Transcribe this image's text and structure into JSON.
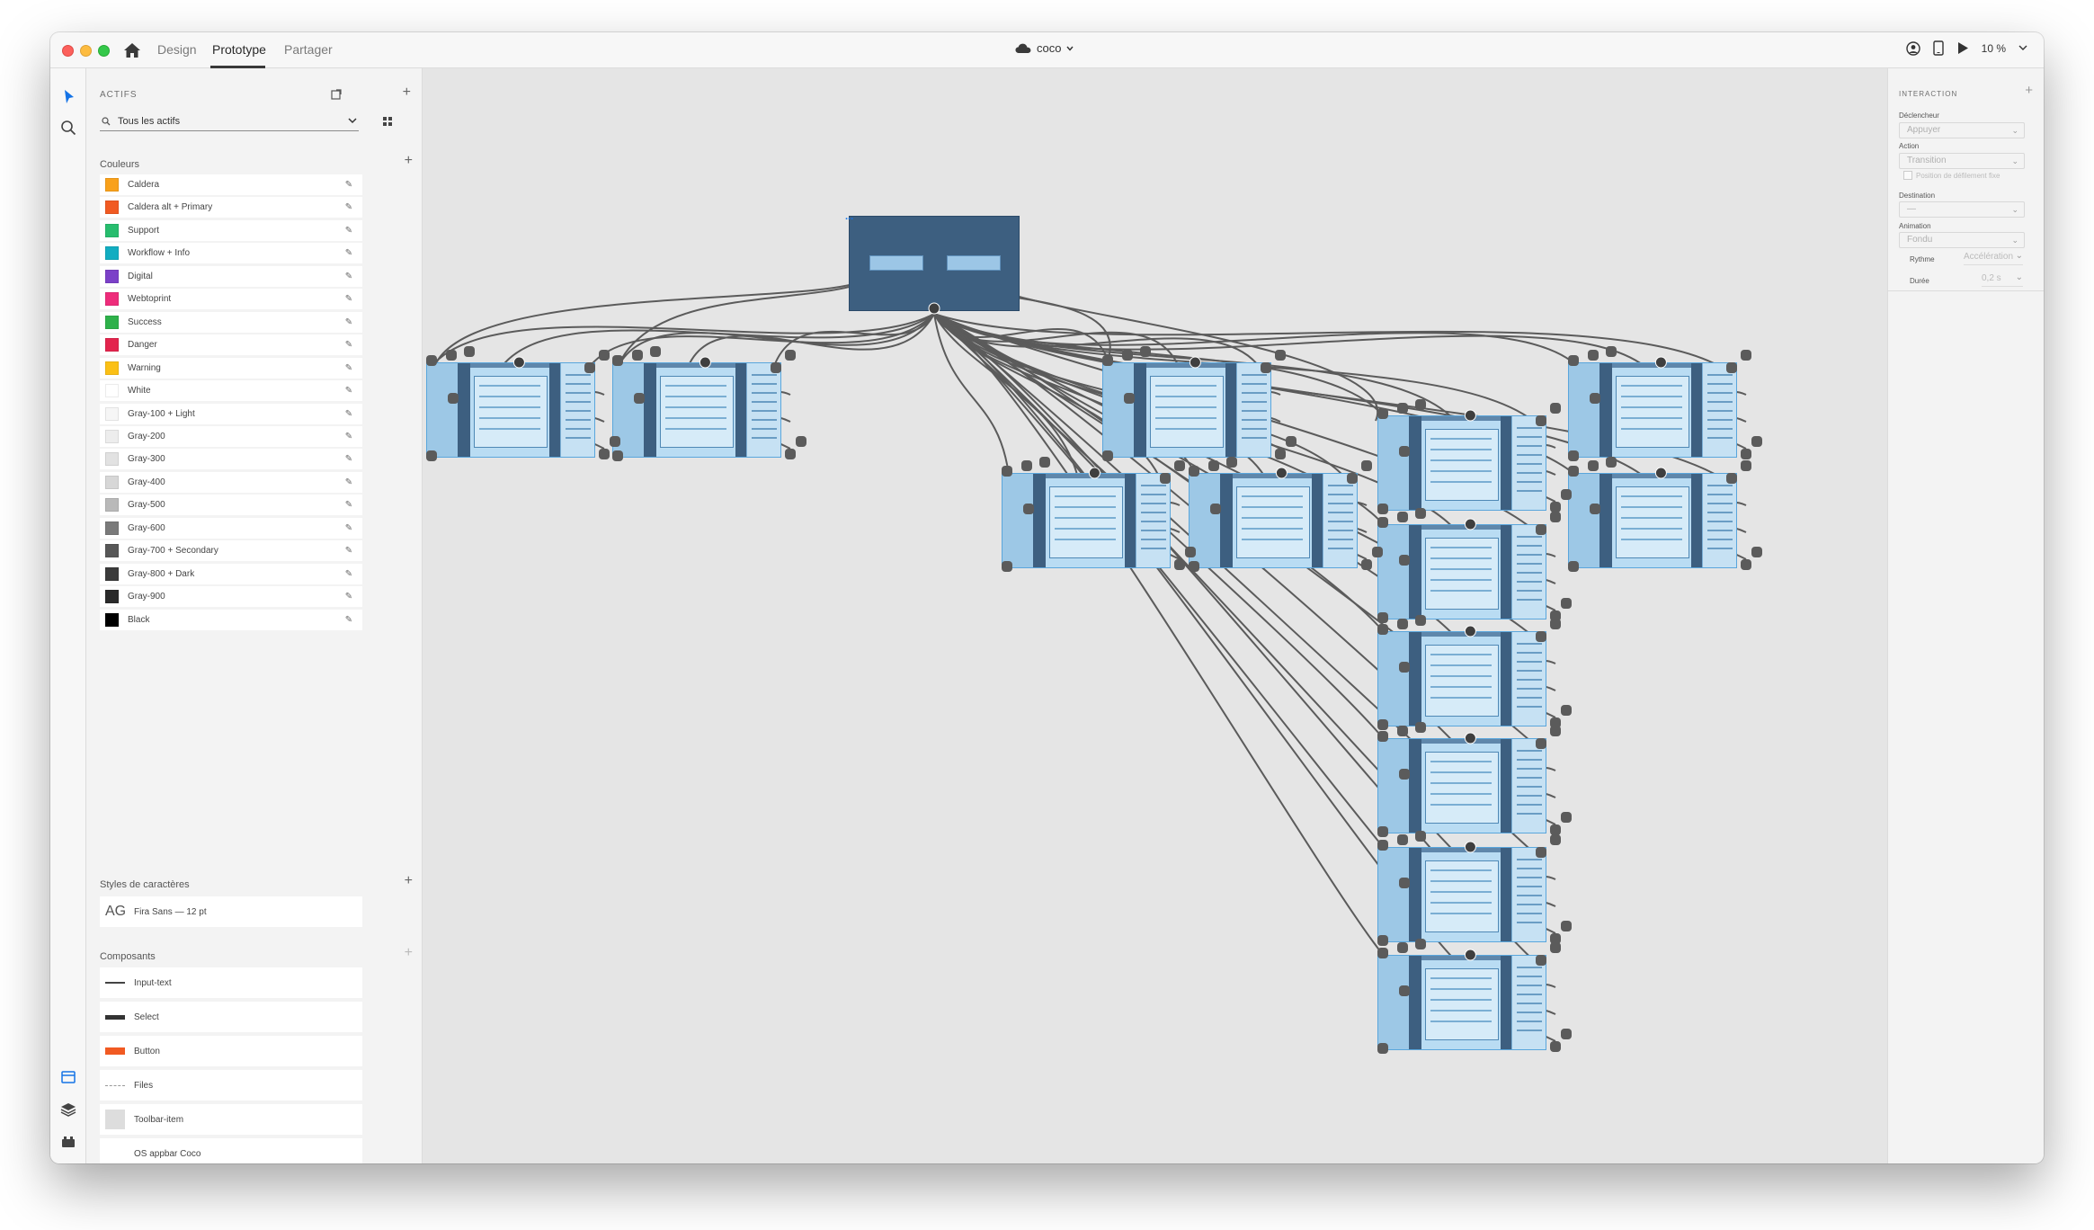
{
  "titlebar": {
    "tabs": [
      {
        "label": "Design"
      },
      {
        "label": "Prototype"
      },
      {
        "label": "Partager"
      }
    ],
    "document_title": "coco",
    "zoom": "10 %"
  },
  "assets": {
    "heading": "ACTIFS",
    "filter_label": "Tous les actifs",
    "colors_section": "Couleurs",
    "colors": [
      {
        "name": "Caldera",
        "hex": "#f9a11b"
      },
      {
        "name": "Caldera alt + Primary",
        "hex": "#f15a22"
      },
      {
        "name": "Support",
        "hex": "#27bd6e"
      },
      {
        "name": "Workflow + Info",
        "hex": "#12adc1"
      },
      {
        "name": "Digital",
        "hex": "#7b40c8"
      },
      {
        "name": "Webtoprint",
        "hex": "#ee2c7b"
      },
      {
        "name": "Success",
        "hex": "#2eb14a"
      },
      {
        "name": "Danger",
        "hex": "#e3244d"
      },
      {
        "name": "Warning",
        "hex": "#fbc016"
      },
      {
        "name": "White",
        "hex": "#ffffff"
      },
      {
        "name": "Gray-100 + Light",
        "hex": "#f6f6f6"
      },
      {
        "name": "Gray-200",
        "hex": "#ededed"
      },
      {
        "name": "Gray-300",
        "hex": "#e2e2e2"
      },
      {
        "name": "Gray-400",
        "hex": "#d7d7d7"
      },
      {
        "name": "Gray-500",
        "hex": "#b9b9b9"
      },
      {
        "name": "Gray-600",
        "hex": "#7a7a7a"
      },
      {
        "name": "Gray-700 + Secondary",
        "hex": "#575757"
      },
      {
        "name": "Gray-800 + Dark",
        "hex": "#3b3b3b"
      },
      {
        "name": "Gray-900",
        "hex": "#2a2a2a"
      },
      {
        "name": "Black",
        "hex": "#000000"
      }
    ],
    "char_styles_section": "Styles de caractères",
    "char_style": {
      "sample": "AG",
      "name": "Fira Sans — 12 pt"
    },
    "components_section": "Composants",
    "components": [
      {
        "name": "Input-text"
      },
      {
        "name": "Select"
      },
      {
        "name": "Button"
      },
      {
        "name": "Files"
      },
      {
        "name": "Toolbar-item"
      },
      {
        "name": "OS appbar Coco"
      }
    ]
  },
  "inspector": {
    "heading": "INTERACTION",
    "trigger_label": "Déclencheur",
    "trigger_value": "Appuyer",
    "action_label": "Action",
    "action_value": "Transition",
    "fixed_scroll_label": "Position de défilement fixe",
    "destination_label": "Destination",
    "destination_value": "—",
    "animation_label": "Animation",
    "animation_value": "Fondu",
    "easing_label": "Rythme",
    "easing_value": "Accélération",
    "duration_label": "Durée",
    "duration_value": "0,2 s"
  },
  "canvas": {
    "home_artboard_marker": "..."
  }
}
